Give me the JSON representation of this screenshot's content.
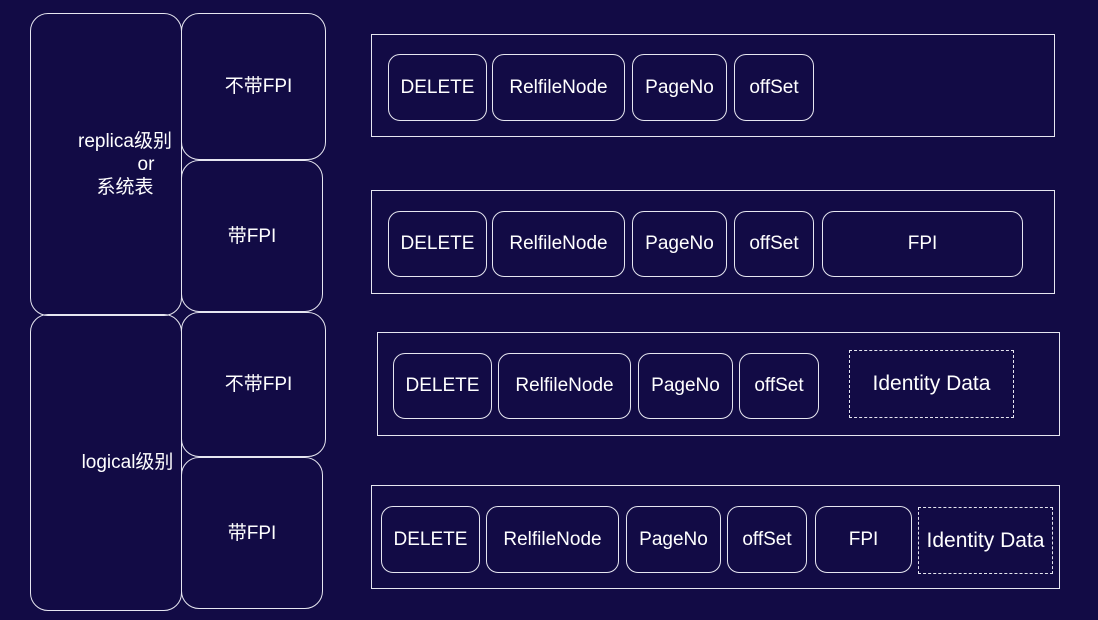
{
  "groups": {
    "replica": {
      "line1": "replica级别",
      "line2": "or",
      "line3": "系统表"
    },
    "logical": {
      "label": "logical级别"
    }
  },
  "sub_labels": {
    "row1": "不带FPI",
    "row2": "带FPI",
    "row3": "不带FPI",
    "row4": "带FPI"
  },
  "rows": [
    {
      "fields": [
        "DELETE",
        "RelfileNode",
        "PageNo",
        "offSet"
      ]
    },
    {
      "fields": [
        "DELETE",
        "RelfileNode",
        "PageNo",
        "offSet",
        "FPI"
      ]
    },
    {
      "fields": [
        "DELETE",
        "RelfileNode",
        "PageNo",
        "offSet",
        "Identity Data"
      ]
    },
    {
      "fields": [
        "DELETE",
        "RelfileNode",
        "PageNo",
        "offSet",
        "FPI",
        "Identity Data"
      ]
    }
  ],
  "colors": {
    "background": "#120b45",
    "stroke": "#e6e6f0",
    "text": "#ffffff"
  }
}
